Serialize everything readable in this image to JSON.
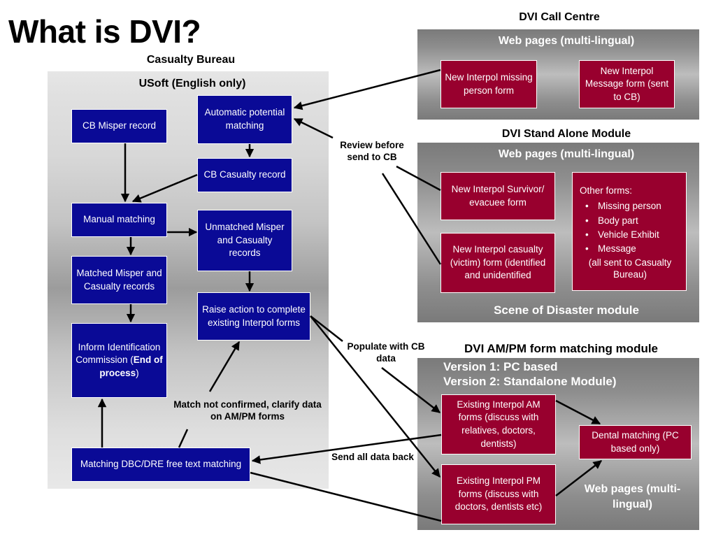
{
  "title": "What is DVI?",
  "casualty_bureau": {
    "heading": "Casualty Bureau",
    "panel_title": "USoft (English only)",
    "boxes": {
      "cb_misper": "CB Misper record",
      "auto_matching": "Automatic potential matching",
      "cb_casualty": "CB Casualty record",
      "manual_matching": "Manual matching",
      "unmatched": "Unmatched Misper and Casualty records",
      "matched": "Matched Misper and Casualty records",
      "raise_action": "Raise action to complete existing Interpol forms",
      "inform_pre": "Inform Identification Commission (",
      "inform_bold": "End of process",
      "inform_post": ")",
      "dbc_dre": "Matching DBC/DRE free text matching"
    }
  },
  "call_centre": {
    "heading": "DVI Call Centre",
    "panel_title": "Web pages (multi-lingual)",
    "missing_form": "New Interpol missing person form",
    "message_form": "New Interpol Message form (sent to CB)"
  },
  "stand_alone": {
    "heading": "DVI Stand Alone Module",
    "panel_title": "Web pages (multi-lingual)",
    "survivor_form": "New Interpol Survivor/ evacuee form",
    "casualty_form": "New Interpol casualty (victim) form (identified and unidentified",
    "other_forms_title": "Other forms:",
    "other_forms": [
      "Missing person",
      "Body part",
      "Vehicle Exhibit",
      "Message"
    ],
    "other_forms_note": "(all sent to Casualty Bureau)",
    "footer": "Scene of Disaster module"
  },
  "ampm": {
    "heading": "DVI AM/PM form matching module",
    "version1": "Version 1: PC based",
    "version2": "Version 2: Standalone Module)",
    "am_forms": "Existing Interpol AM forms (discuss with relatives, doctors, dentists)",
    "pm_forms": "Existing Interpol PM forms (discuss with doctors, dentists etc)",
    "dental": "Dental matching (PC based only)",
    "footer": "Web pages (multi-lingual)"
  },
  "annotations": {
    "review": "Review before send to CB",
    "populate": "Populate with CB data",
    "match_not_confirmed": "Match not confirmed, clarify data on AM/PM forms",
    "send_back": "Send all data back"
  },
  "colors": {
    "blue_box": "#0a0a96",
    "red_box": "#98002e"
  }
}
